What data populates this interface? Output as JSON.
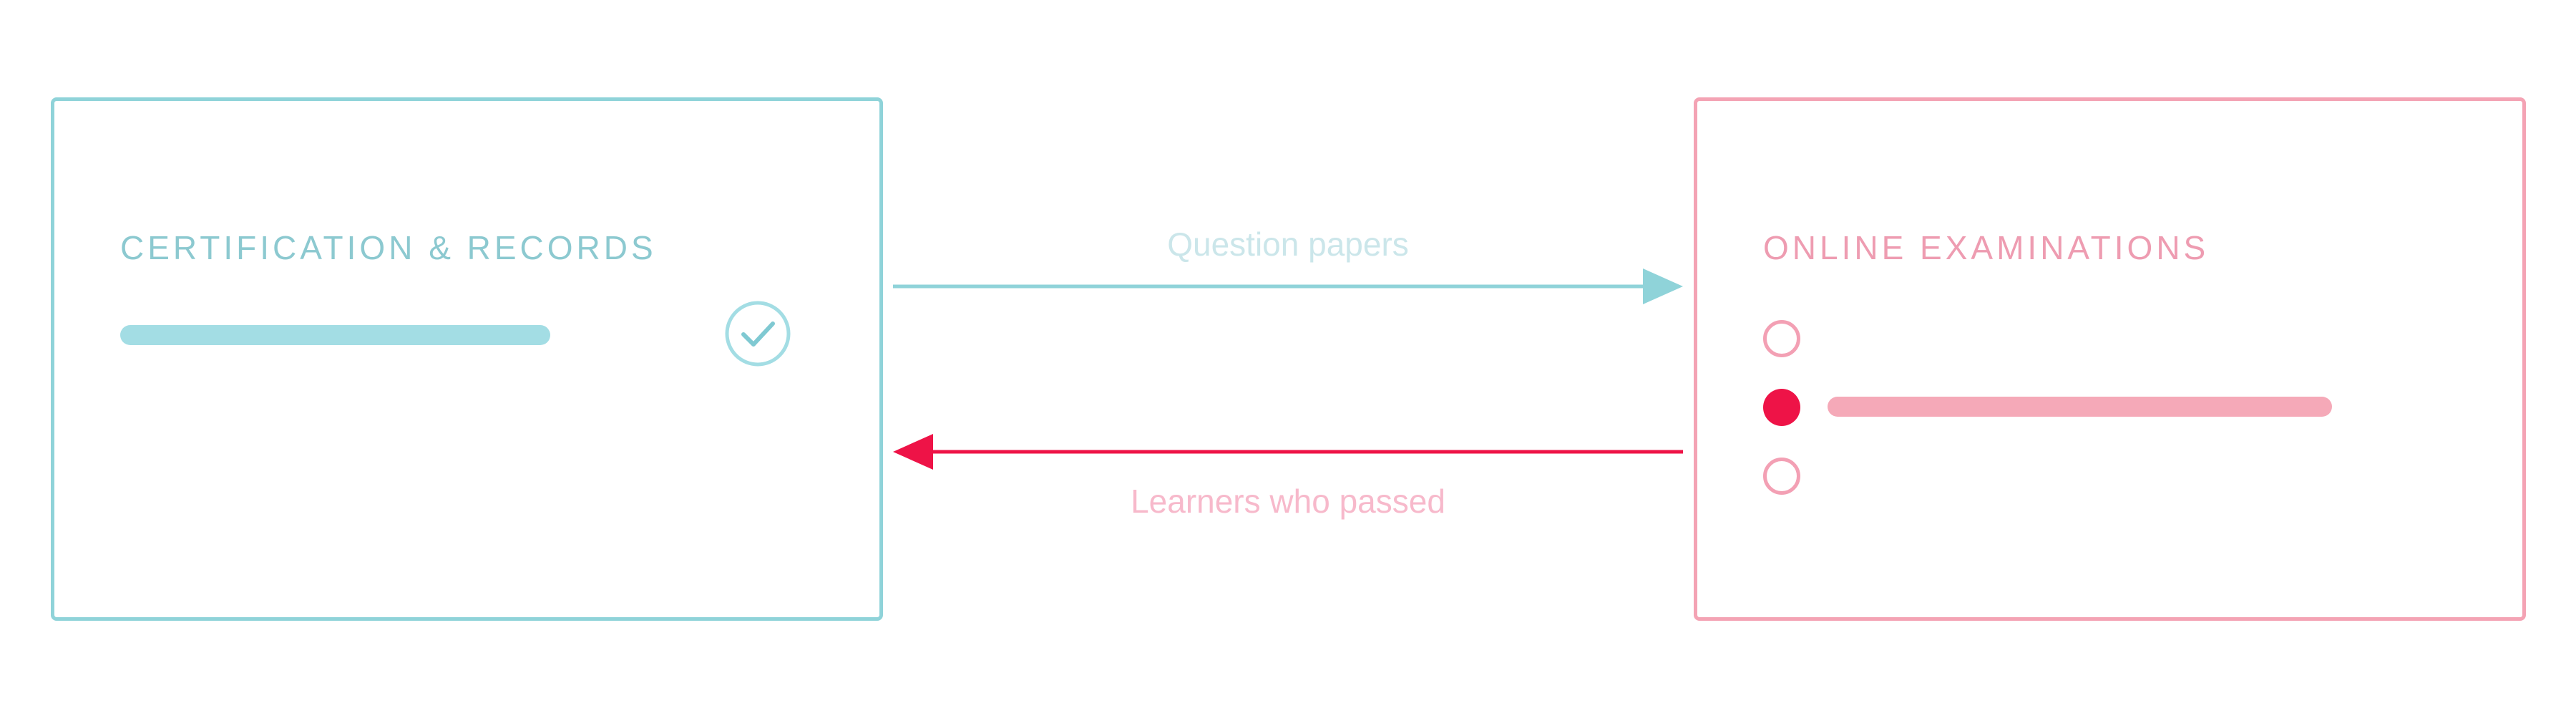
{
  "left_panel": {
    "title": "CERTIFICATION & RECORDS",
    "icon": "check-circle-icon",
    "border_color": "#8fd3d9"
  },
  "right_panel": {
    "title": "ONLINE EXAMINATIONS",
    "options": [
      {
        "state": "unselected"
      },
      {
        "state": "selected"
      },
      {
        "state": "unselected"
      }
    ],
    "border_color": "#f4a3b4",
    "accent_color": "#ee1347"
  },
  "arrows": {
    "to_exams_label": "Question papers",
    "to_records_label": "Learners who passed",
    "to_exams_color": "#8fd3d9",
    "to_records_color": "#ee1347"
  }
}
